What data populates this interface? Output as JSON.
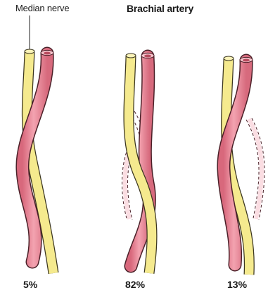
{
  "labels": {
    "median_nerve": "Median nerve",
    "brachial_artery": "Brachial artery"
  },
  "variants": [
    {
      "percent_label": "5%"
    },
    {
      "percent_label": "82%"
    },
    {
      "percent_label": "13%"
    }
  ],
  "colors": {
    "nerve": "#f5ea8e",
    "nerve_edge": "#5a5228",
    "artery": "#ea8c9c",
    "artery_edge": "#5a2c33"
  }
}
